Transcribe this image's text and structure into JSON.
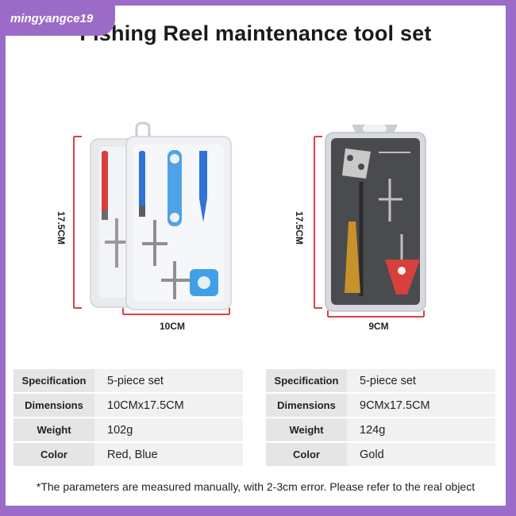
{
  "watermark": "mingyangce19",
  "title": "Fishing Reel maintenance tool set",
  "left_set": {
    "height_label": "17.5CM",
    "width_label": "10CM",
    "table": [
      {
        "key": "Specification",
        "value": "5-piece set"
      },
      {
        "key": "Dimensions",
        "value": "10CMx17.5CM"
      },
      {
        "key": "Weight",
        "value": "102g"
      },
      {
        "key": "Color",
        "value": "Red, Blue"
      }
    ]
  },
  "right_set": {
    "height_label": "17.5CM",
    "width_label": "9CM",
    "table": [
      {
        "key": "Specification",
        "value": "5-piece set"
      },
      {
        "key": "Dimensions",
        "value": "9CMx17.5CM"
      },
      {
        "key": "Weight",
        "value": "124g"
      },
      {
        "key": "Color",
        "value": "Gold"
      }
    ]
  },
  "footnote": "*The parameters are measured manually, with 2-3cm error. Please refer to the real object",
  "colors": {
    "border": "#9b6bc7",
    "dimension_line": "#d9414b",
    "red_tool": "#d7403c",
    "blue_tool": "#2f73d6",
    "gold_tool": "#c8912c"
  }
}
